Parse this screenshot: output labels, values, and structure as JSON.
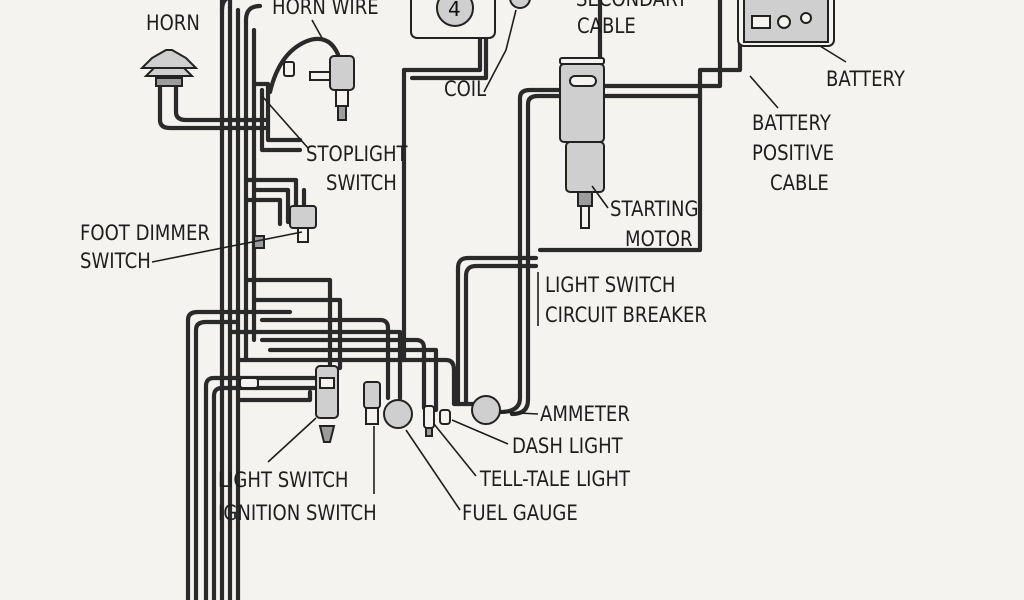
{
  "labels": {
    "horn": "HORN",
    "horn_wire": "HORN WIRE",
    "secondary_cable_1": "SECONDARY",
    "secondary_cable_2": "CABLE",
    "coil": "COIL",
    "coil_number": "4",
    "battery": "BATTERY",
    "battery_positive_cable_1": "BATTERY",
    "battery_positive_cable_2": "POSITIVE",
    "battery_positive_cable_3": "CABLE",
    "stoplight_switch_1": "STOPLIGHT",
    "stoplight_switch_2": "SWITCH",
    "starting_motor_1": "STARTING",
    "starting_motor_2": "MOTOR",
    "foot_dimmer_switch_1": "FOOT DIMMER",
    "foot_dimmer_switch_2": "SWITCH",
    "light_switch_circuit_breaker_1": "LIGHT SWITCH",
    "light_switch_circuit_breaker_2": "CIRCUIT BREAKER",
    "ammeter": "AMMETER",
    "dash_light": "DASH LIGHT",
    "tell_tale_light": "TELL-TALE LIGHT",
    "fuel_gauge": "FUEL GAUGE",
    "light_switch": "LIGHT SWITCH",
    "ignition_switch": "IGNITION SWITCH"
  }
}
